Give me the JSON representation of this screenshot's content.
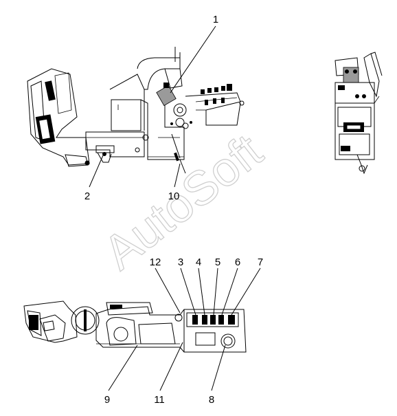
{
  "watermark": "AutoSoft",
  "callouts": [
    {
      "id": "c1",
      "text": "1"
    },
    {
      "id": "c2",
      "text": "2"
    },
    {
      "id": "c10",
      "text": "10"
    },
    {
      "id": "c12",
      "text": "12"
    },
    {
      "id": "c3",
      "text": "3"
    },
    {
      "id": "c4",
      "text": "4"
    },
    {
      "id": "c5",
      "text": "5"
    },
    {
      "id": "c6",
      "text": "6"
    },
    {
      "id": "c7",
      "text": "7"
    },
    {
      "id": "c9",
      "text": "9"
    },
    {
      "id": "c11",
      "text": "11"
    },
    {
      "id": "c8",
      "text": "8"
    }
  ],
  "colors": {
    "line": "#000000",
    "watermark": "#cfcfcf",
    "background": "#ffffff"
  }
}
